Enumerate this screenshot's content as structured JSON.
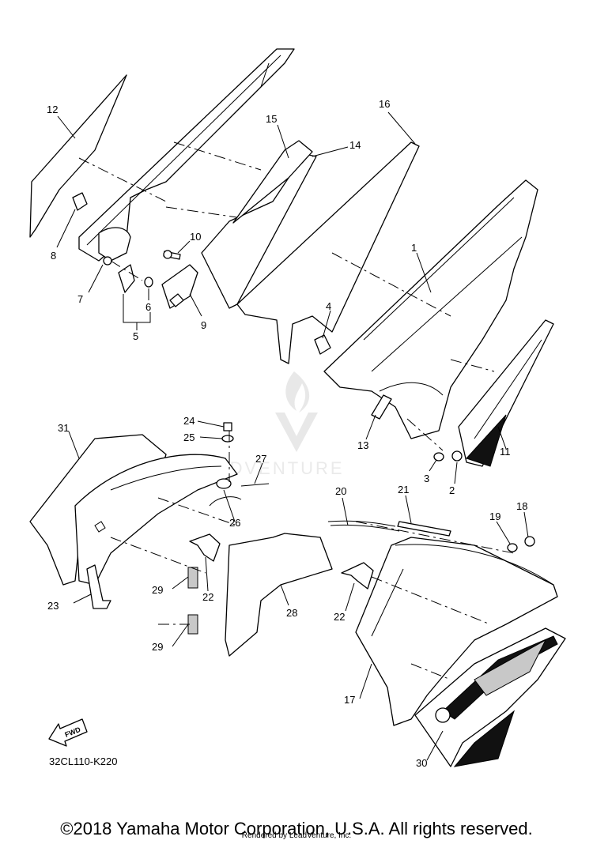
{
  "diagram": {
    "callouts": [
      {
        "id": "c1",
        "label": "1"
      },
      {
        "id": "c2",
        "label": "2"
      },
      {
        "id": "c3",
        "label": "3"
      },
      {
        "id": "c4",
        "label": "4"
      },
      {
        "id": "c5",
        "label": "5"
      },
      {
        "id": "c6",
        "label": "6"
      },
      {
        "id": "c7",
        "label": "7"
      },
      {
        "id": "c8",
        "label": "8"
      },
      {
        "id": "c9",
        "label": "9"
      },
      {
        "id": "c10",
        "label": "10"
      },
      {
        "id": "c11",
        "label": "11"
      },
      {
        "id": "c12",
        "label": "12"
      },
      {
        "id": "c13",
        "label": "13"
      },
      {
        "id": "c14",
        "label": "14"
      },
      {
        "id": "c15",
        "label": "15"
      },
      {
        "id": "c16",
        "label": "16"
      },
      {
        "id": "c17",
        "label": "17"
      },
      {
        "id": "c18",
        "label": "18"
      },
      {
        "id": "c19",
        "label": "19"
      },
      {
        "id": "c20",
        "label": "20"
      },
      {
        "id": "c21",
        "label": "21"
      },
      {
        "id": "c22a",
        "label": "22"
      },
      {
        "id": "c22b",
        "label": "22"
      },
      {
        "id": "c23",
        "label": "23"
      },
      {
        "id": "c24",
        "label": "24"
      },
      {
        "id": "c25",
        "label": "25"
      },
      {
        "id": "c26",
        "label": "26"
      },
      {
        "id": "c27",
        "label": "27"
      },
      {
        "id": "c28",
        "label": "28"
      },
      {
        "id": "c29a",
        "label": "29"
      },
      {
        "id": "c29b",
        "label": "29"
      },
      {
        "id": "c30",
        "label": "30"
      },
      {
        "id": "c31",
        "label": "31"
      }
    ],
    "fwd_label": "FWD",
    "diagram_code": "32CL110-K220",
    "watermark": "LEADVENTURE"
  },
  "footer": {
    "copyright": "©2018 Yamaha Motor Corporation, U.S.A. All rights reserved.",
    "rendered_by": "Rendered by LeadVenture, Inc."
  }
}
